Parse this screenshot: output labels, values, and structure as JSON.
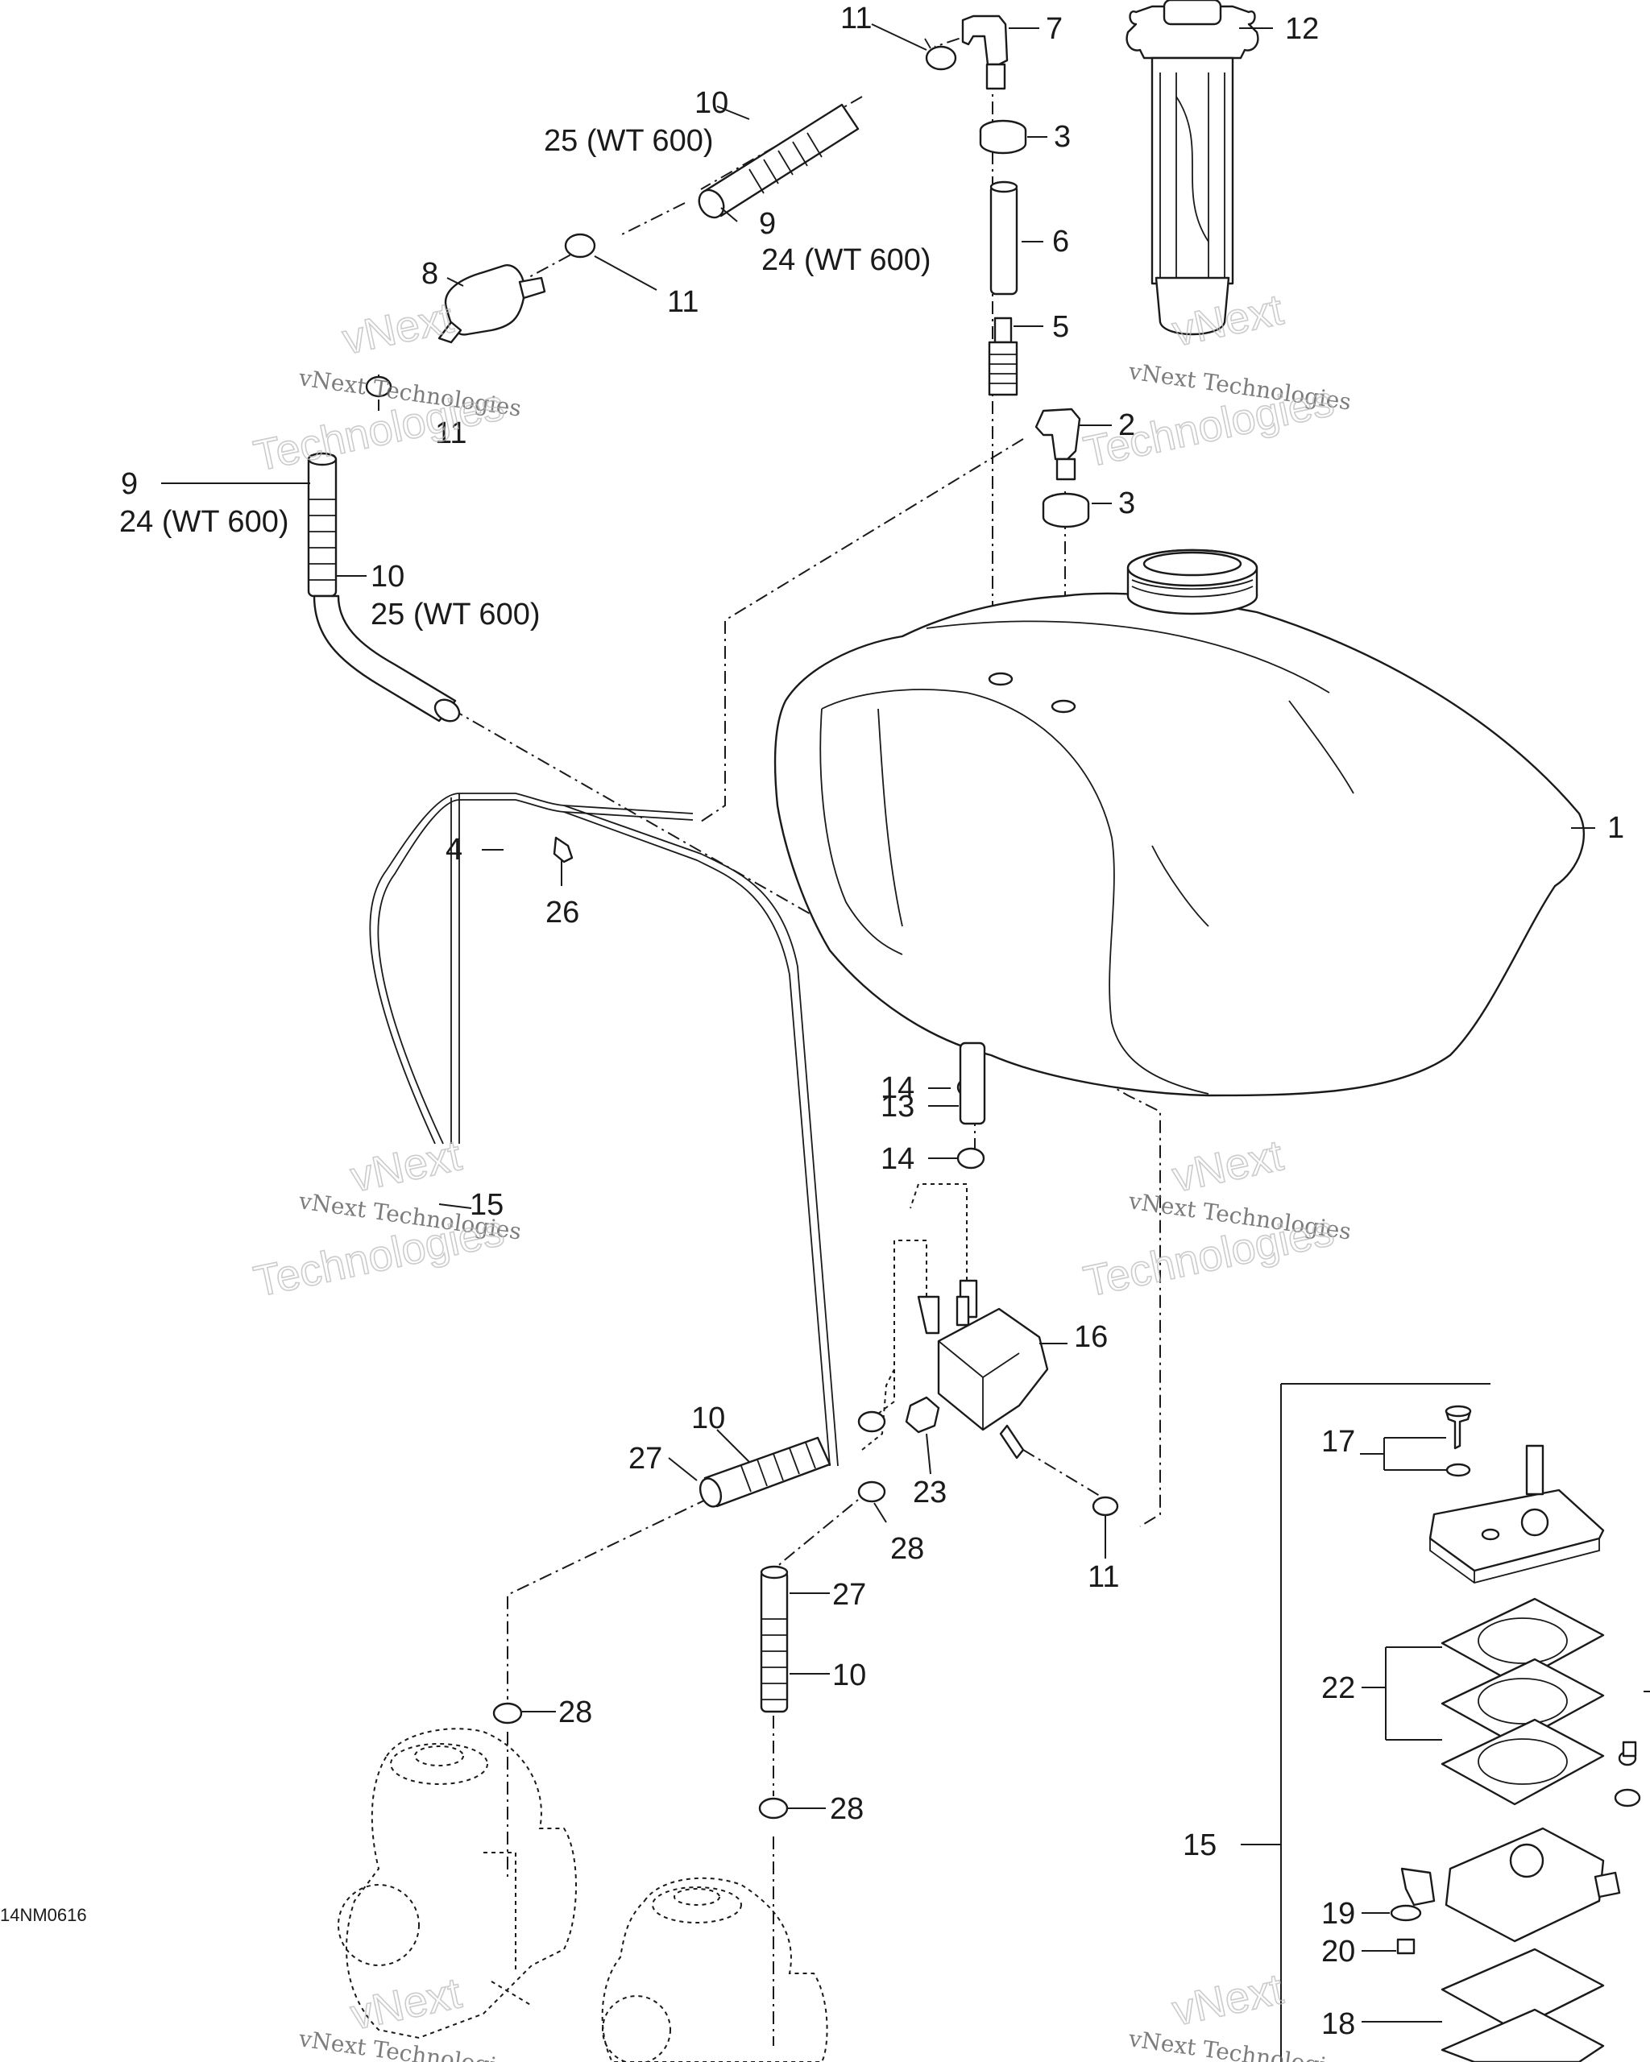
{
  "diagram": {
    "doc_id": "14NM0616",
    "watermark": {
      "line": "vNext Technologies",
      "word1": "vNext",
      "word2": "Technologies"
    },
    "callouts": {
      "c1": "1",
      "c2": "2",
      "c3a": "3",
      "c3b": "3",
      "c4": "4",
      "c5": "5",
      "c6": "6",
      "c7": "7",
      "c8": "8",
      "c9a": "9",
      "c9b": "9",
      "c10a": "10",
      "c10b": "10",
      "c10c": "10",
      "c10d": "10",
      "c11a": "11",
      "c11b": "11",
      "c11c": "11",
      "c11d": "11",
      "c12": "12",
      "c13": "13",
      "c14a": "14",
      "c14b": "14",
      "c15a": "15",
      "c15b": "15",
      "c16": "16",
      "c17": "17",
      "c18": "18",
      "c19": "19",
      "c20": "20",
      "c22": "22",
      "c23": "23",
      "c26": "26",
      "c27a": "27",
      "c27b": "27",
      "c28a": "28",
      "c28b": "28",
      "c28c": "28"
    },
    "refs": {
      "r25a": "25 (WT 600)",
      "r24a": "24 (WT 600)",
      "r24b": "24 (WT 600)",
      "r25b": "25 (WT 600)"
    }
  }
}
